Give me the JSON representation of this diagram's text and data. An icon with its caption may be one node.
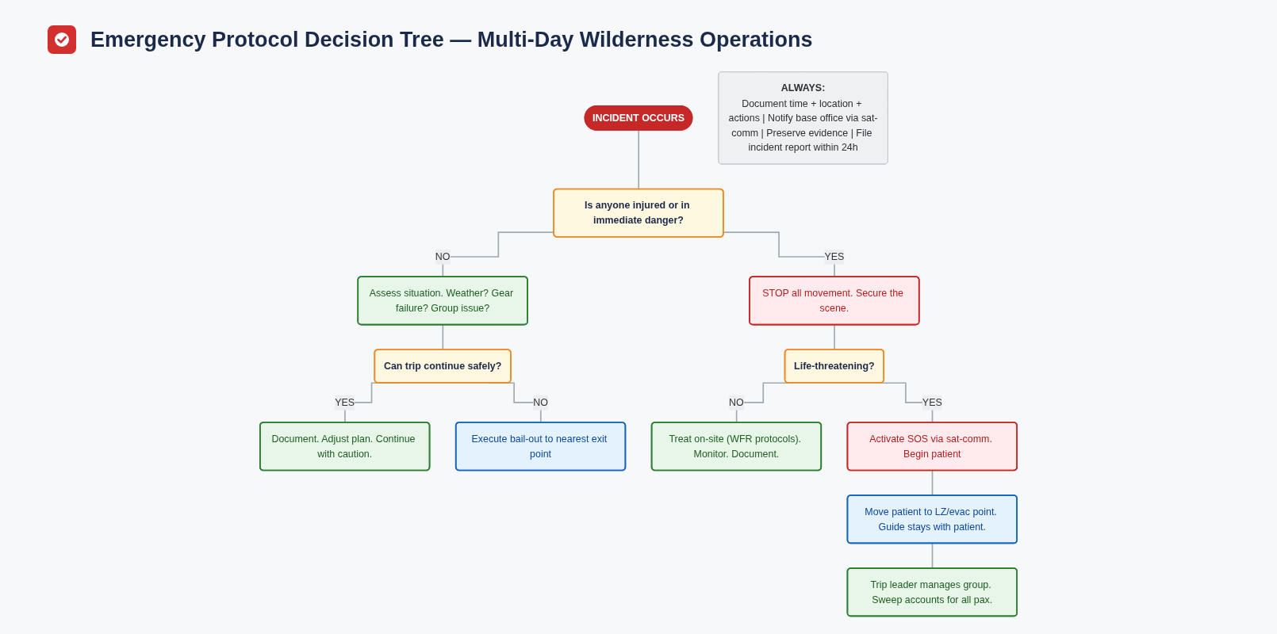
{
  "diagram": {
    "title": "Emergency Protocol Decision Tree — Multi-Day Wilderness Operations",
    "nodes": [
      {
        "text": [
          "INCIDENT OCCURS"
        ]
      },
      {
        "text": [
          "Is anyone injured or in immediate danger?"
        ]
      },
      {
        "text": [
          "Assess situation. Weather? Gear failure? Group issue?"
        ]
      },
      {
        "text": [
          "STOP all movement. Secure the scene."
        ]
      },
      {
        "text": [
          "Can trip continue safely?"
        ]
      },
      {
        "text": [
          "Life-threatening?"
        ]
      },
      {
        "text": [
          "Document. Adjust plan. Continue with caution."
        ]
      },
      {
        "text": [
          "Execute bail-out to nearest exit point"
        ]
      },
      {
        "text": [
          "Treat on-site (WFR protocols). Monitor. Document."
        ]
      },
      {
        "text": [
          "Activate SOS via sat-comm. Begin patient"
        ]
      },
      {
        "text": [
          "Move patient to LZ/evac point. Guide stays with patient."
        ]
      },
      {
        "text": [
          "Trip leader manages group. Sweep accounts for all pax."
        ]
      },
      {
        "text": [
          "ALWAYS:",
          "Document time + location + actions | Notify base office via sat-comm | Preserve evidence | File incident report within 24h"
        ]
      }
    ],
    "edges": [
      {
        "from": 0,
        "to": 1,
        "arrow": "none"
      },
      {
        "from": 1,
        "to": 2,
        "arrow": "none",
        "label": "NO"
      },
      {
        "from": 1,
        "to": 3,
        "arrow": "none",
        "label": "YES"
      },
      {
        "from": 2,
        "to": 4,
        "arrow": "none"
      },
      {
        "from": 3,
        "to": 5,
        "arrow": "none"
      },
      {
        "from": 4,
        "to": 6,
        "arrow": "none",
        "label": "YES"
      },
      {
        "from": 4,
        "to": 7,
        "arrow": "none",
        "label": "NO"
      },
      {
        "from": 5,
        "to": 8,
        "arrow": "none",
        "label": "NO"
      },
      {
        "from": 5,
        "to": 9,
        "arrow": "none",
        "label": "YES"
      },
      {
        "from": 9,
        "to": 10,
        "arrow": "none"
      },
      {
        "from": 10,
        "to": 11,
        "arrow": "none"
      }
    ]
  }
}
